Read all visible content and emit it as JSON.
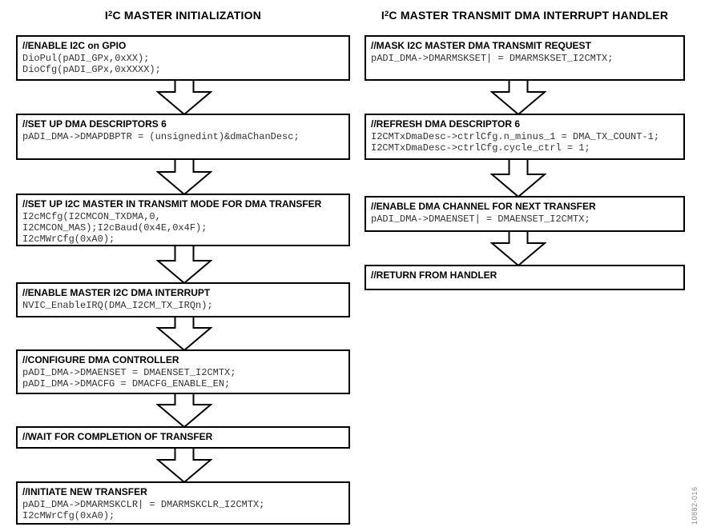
{
  "figure_label": "10882-016",
  "colors": {
    "box_border": "#000000",
    "heading_text": "#000000",
    "code_text": "#333333",
    "figure_label_text": "#8a8a8a",
    "background": "#ffffff"
  },
  "left": {
    "title": {
      "pre": "I",
      "sup": "2",
      "rest": "C MASTER INITIALIZATION"
    },
    "boxes": [
      {
        "heading": "//ENABLE I2C on GPIO",
        "code": [
          "DioPul(pADI_GPx,0xXX);",
          "DioCfg(pADI_GPx,0xXXXX);"
        ]
      },
      {
        "heading": "//SET UP DMA DESCRIPTORS 6",
        "code": [
          "pADI_DMA->DMAPDBPTR = (unsignedint)&dmaChanDesc;"
        ]
      },
      {
        "heading": "//SET UP I2C MASTER IN TRANSMIT MODE FOR DMA TRANSFER",
        "code": [
          "I2cMCfg(I2CMCON_TXDMA,0,",
          "I2CMCON_MAS);I2cBaud(0x4E,0x4F);",
          "I2cMWrCfg(0xA0);"
        ]
      },
      {
        "heading": "//ENABLE MASTER I2C DMA INTERRUPT",
        "code": [
          "NVIC_EnableIRQ(DMA_I2CM_TX_IRQn);"
        ]
      },
      {
        "heading": "//CONFIGURE DMA CONTROLLER",
        "code": [
          "pADI_DMA->DMAENSET = DMAENSET_I2CMTX;",
          "pADI_DMA->DMACFG = DMACFG_ENABLE_EN;"
        ]
      },
      {
        "heading": "//WAIT FOR COMPLETION OF TRANSFER",
        "code": []
      },
      {
        "heading": "//INITIATE NEW TRANSFER",
        "code": [
          "pADI_DMA->DMARMSKCLR| = DMARMSKCLR_I2CMTX;",
          "I2cMWrCfg(0xA0);"
        ]
      }
    ]
  },
  "right": {
    "title": {
      "pre": "I",
      "sup": "2",
      "rest": "C MASTER TRANSMIT DMA INTERRUPT HANDLER"
    },
    "boxes": [
      {
        "heading": "//MASK I2C MASTER DMA TRANSMIT REQUEST",
        "code": [
          "pADI_DMA->DMARMSKSET| = DMARMSKSET_I2CMTX;"
        ]
      },
      {
        "heading": "//REFRESH DMA DESCRIPTOR 6",
        "code": [
          "I2CMTxDmaDesc->ctrlCfg.n_minus_1 = DMA_TX_COUNT-1;",
          "I2CMTxDmaDesc->ctrlCfg.cycle_ctrl = 1;"
        ]
      },
      {
        "heading": "//ENABLE DMA CHANNEL FOR NEXT TRANSFER",
        "code": [
          "pADI_DMA->DMAENSET| = DMAENSET_I2CMTX;"
        ]
      },
      {
        "heading": "//RETURN FROM HANDLER",
        "code": []
      }
    ]
  }
}
